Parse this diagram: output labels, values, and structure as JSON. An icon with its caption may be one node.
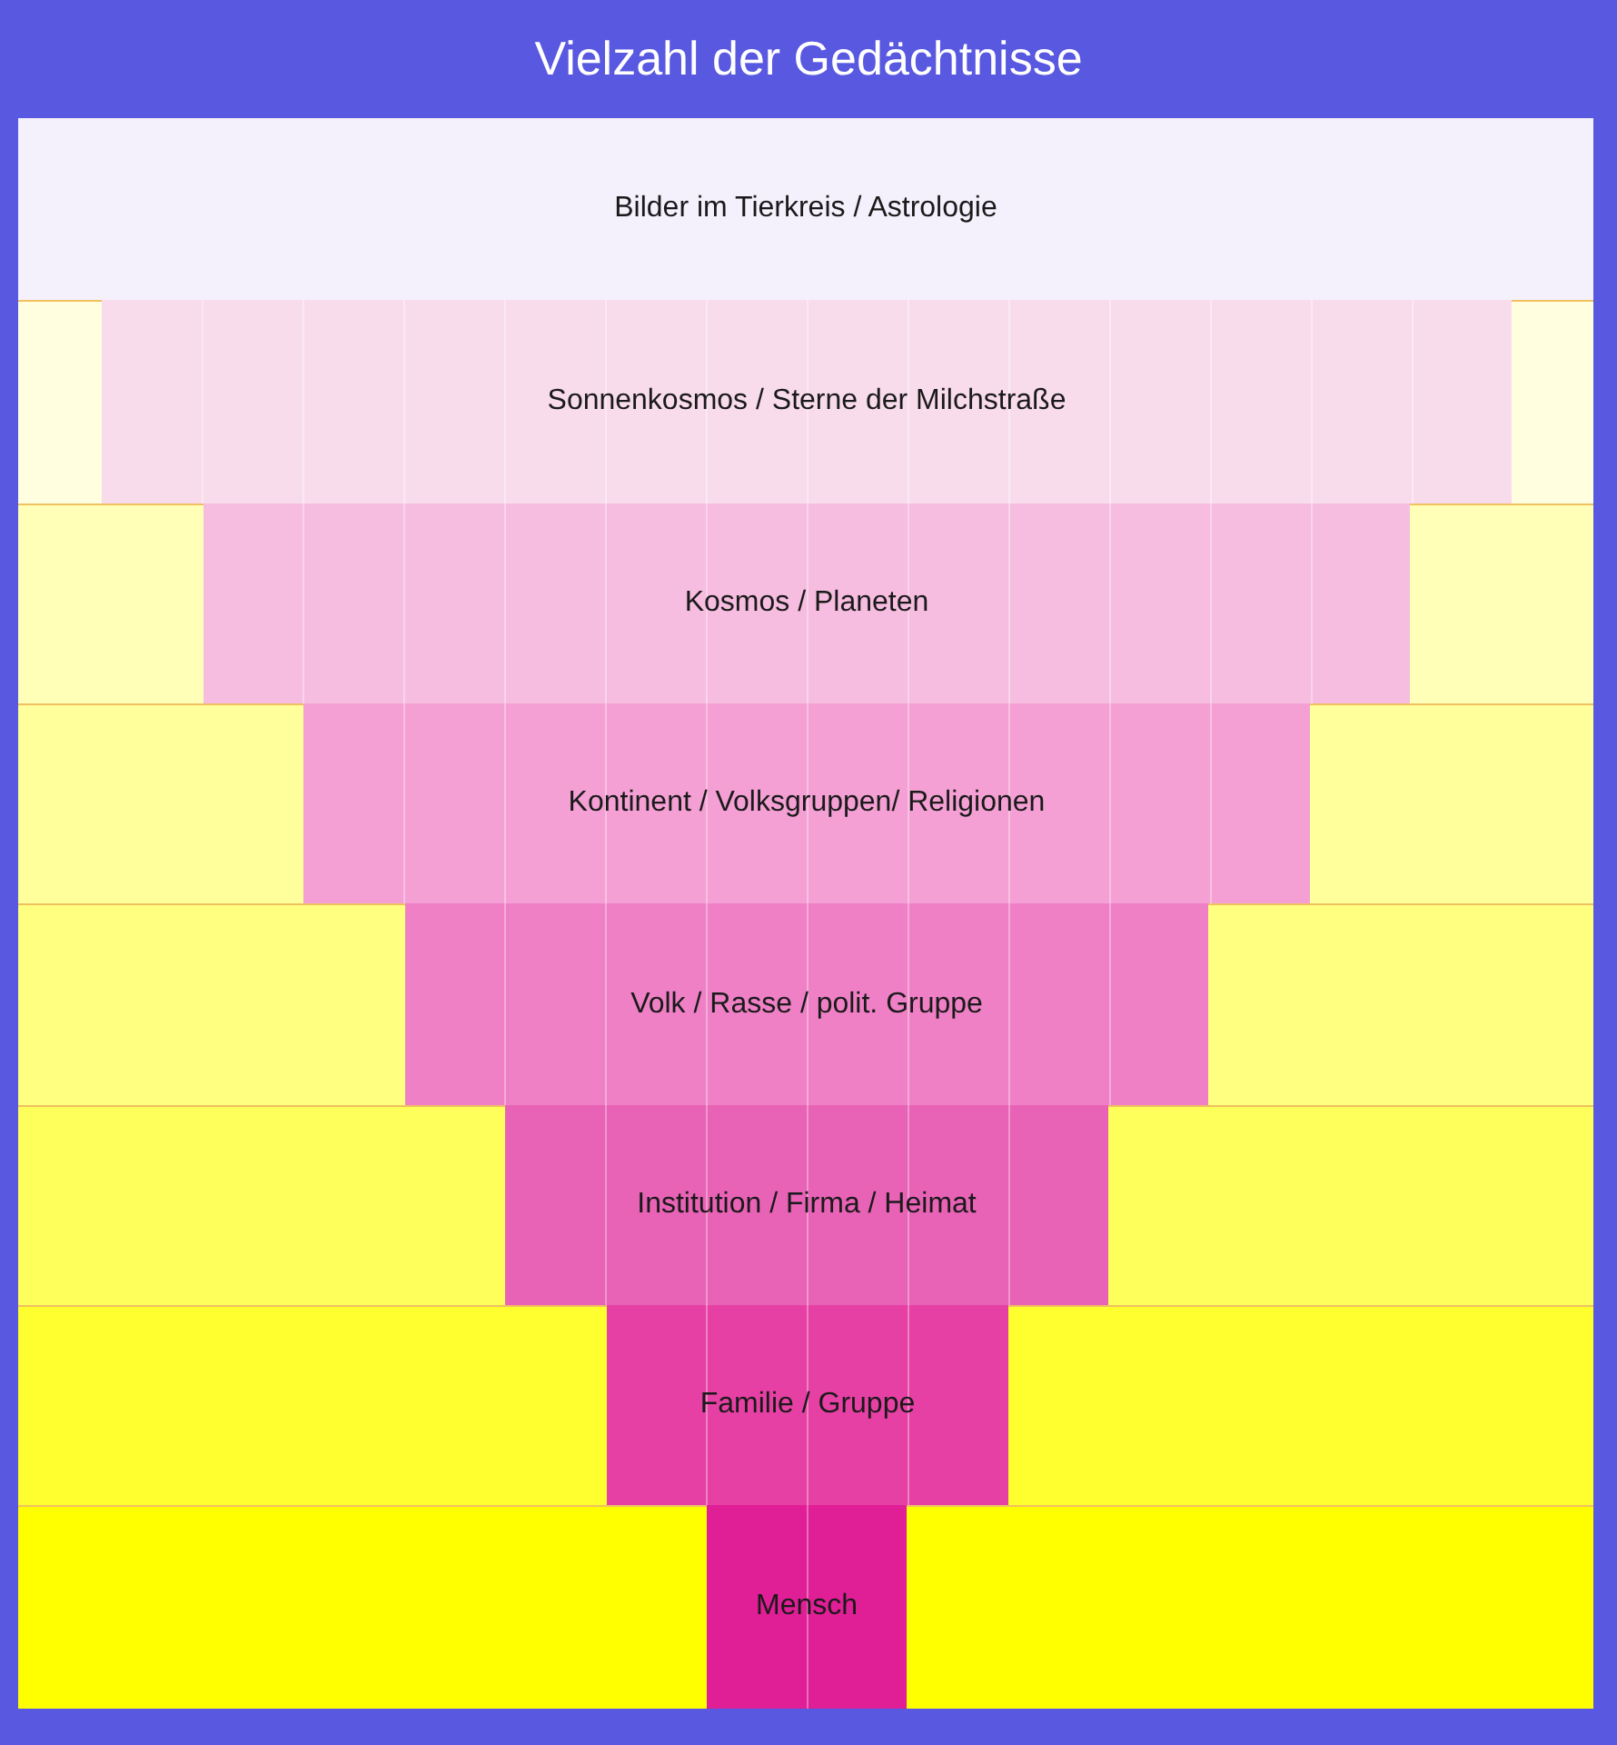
{
  "diagram": {
    "title": "Vielzahl der Gedächtnisse",
    "nodes": [
      {
        "text": [
          "Bilder im Tierkreis / Astrologie"
        ]
      },
      {
        "text": [
          "Sonnenkosmos / Sterne der Milchstraße"
        ]
      },
      {
        "text": [
          "Kosmos / Planeten"
        ]
      },
      {
        "text": [
          "Kontinent / Volksgruppen/ Religionen"
        ]
      },
      {
        "text": [
          "Volk / Rasse / polit. Gruppe"
        ]
      },
      {
        "text": [
          "Institution / Firma / Heimat"
        ]
      },
      {
        "text": [
          "Familie / Gruppe"
        ]
      },
      {
        "text": [
          "Mensch"
        ]
      }
    ]
  }
}
